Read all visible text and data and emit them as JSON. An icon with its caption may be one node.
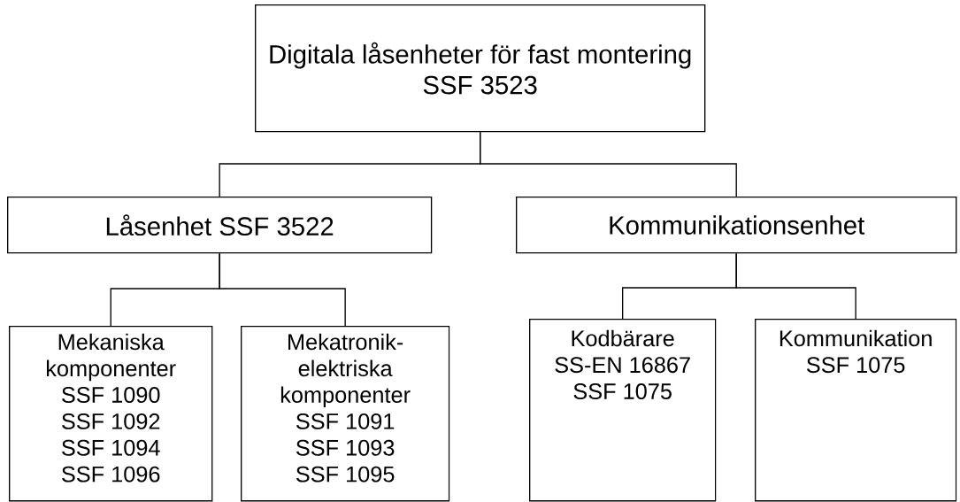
{
  "diagram": {
    "nodes": [
      {
        "text": [
          "Digitala låsenheter för fast montering",
          "SSF 3523"
        ]
      },
      {
        "text": [
          "Låsenhet SSF 3522"
        ]
      },
      {
        "text": [
          "Kommunikationsenhet"
        ]
      },
      {
        "text": [
          "Mekaniska komponenter",
          "SSF 1090",
          "SSF 1092",
          "SSF 1094",
          "SSF 1096"
        ]
      },
      {
        "text": [
          "Mekatronik-elektriska komponenter",
          "SSF 1091",
          "SSF 1093",
          "SSF 1095"
        ]
      },
      {
        "text": [
          "Kodbärare",
          "SS-EN 16867",
          "SSF 1075"
        ]
      },
      {
        "text": [
          "Kommunikation",
          "SSF 1075"
        ]
      }
    ],
    "edges": [
      {
        "from": 0,
        "to": 1,
        "arrow": "none"
      },
      {
        "from": 0,
        "to": 2,
        "arrow": "none"
      },
      {
        "from": 1,
        "to": 3,
        "arrow": "none"
      },
      {
        "from": 1,
        "to": 4,
        "arrow": "none"
      },
      {
        "from": 2,
        "to": 5,
        "arrow": "none"
      },
      {
        "from": 2,
        "to": 6,
        "arrow": "none"
      }
    ]
  }
}
